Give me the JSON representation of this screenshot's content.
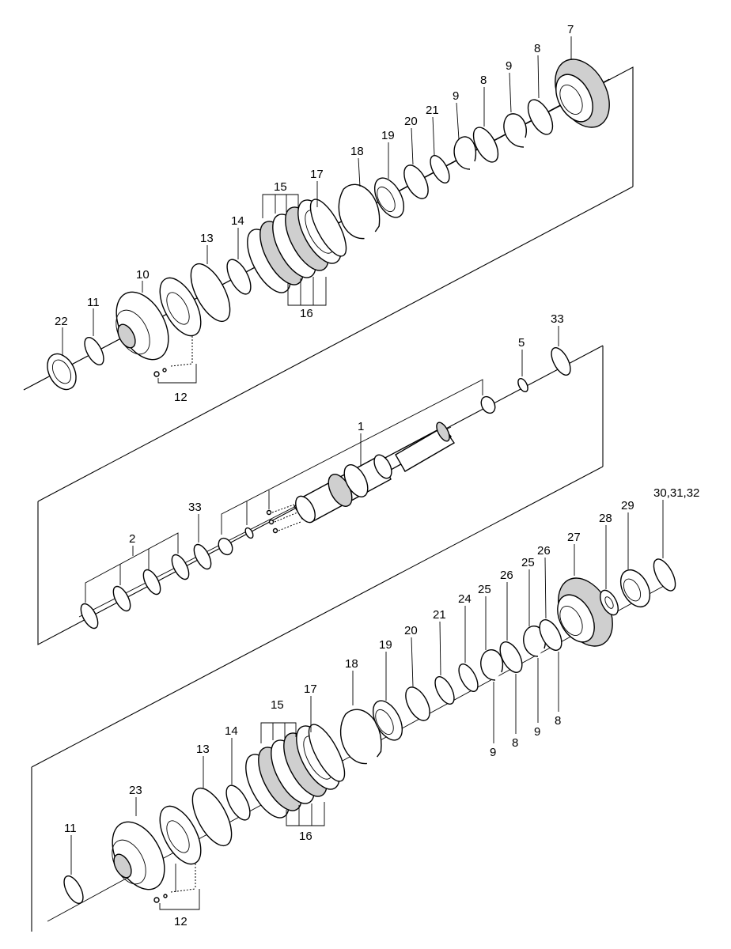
{
  "callouts": {
    "c1": "1",
    "c2": "2",
    "c5": "5",
    "c7": "7",
    "c8": "8",
    "c9": "9",
    "c10": "10",
    "c11": "11",
    "c12": "12",
    "c13": "13",
    "c14": "14",
    "c15": "15",
    "c16": "16",
    "c17": "17",
    "c18": "18",
    "c19": "19",
    "c20": "20",
    "c21": "21",
    "c22": "22",
    "c23": "23",
    "c24": "24",
    "c25": "25",
    "c26": "26",
    "c27": "27",
    "c28": "28",
    "c29": "29",
    "c30": "30,31,32",
    "c33": "33"
  }
}
